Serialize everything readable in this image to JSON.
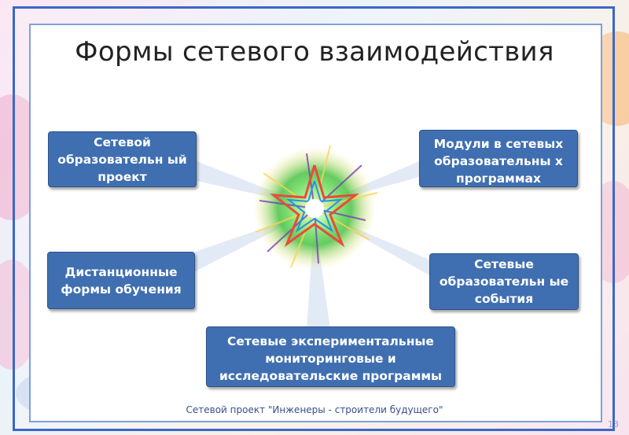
{
  "slide": {
    "title": "Формы сетевого взаимодействия",
    "footer": "Сетевой проект \"Инженеры - строители будущего\"",
    "page_number": "13"
  },
  "nodes": {
    "top_left": "Сетевой образовательн ый проект",
    "top_right": "Модули в сетевых образовательны х программах",
    "mid_left": "Дистанционные формы обучения",
    "mid_right": "Сетевые образовательн ые события",
    "bottom": "Сетевые экспериментальные мониторинговые и исследовательские программы"
  },
  "colors": {
    "box_fill": "#3f6fb1",
    "frame_border": "#3a67c8",
    "connector": "#c9d7ee"
  }
}
